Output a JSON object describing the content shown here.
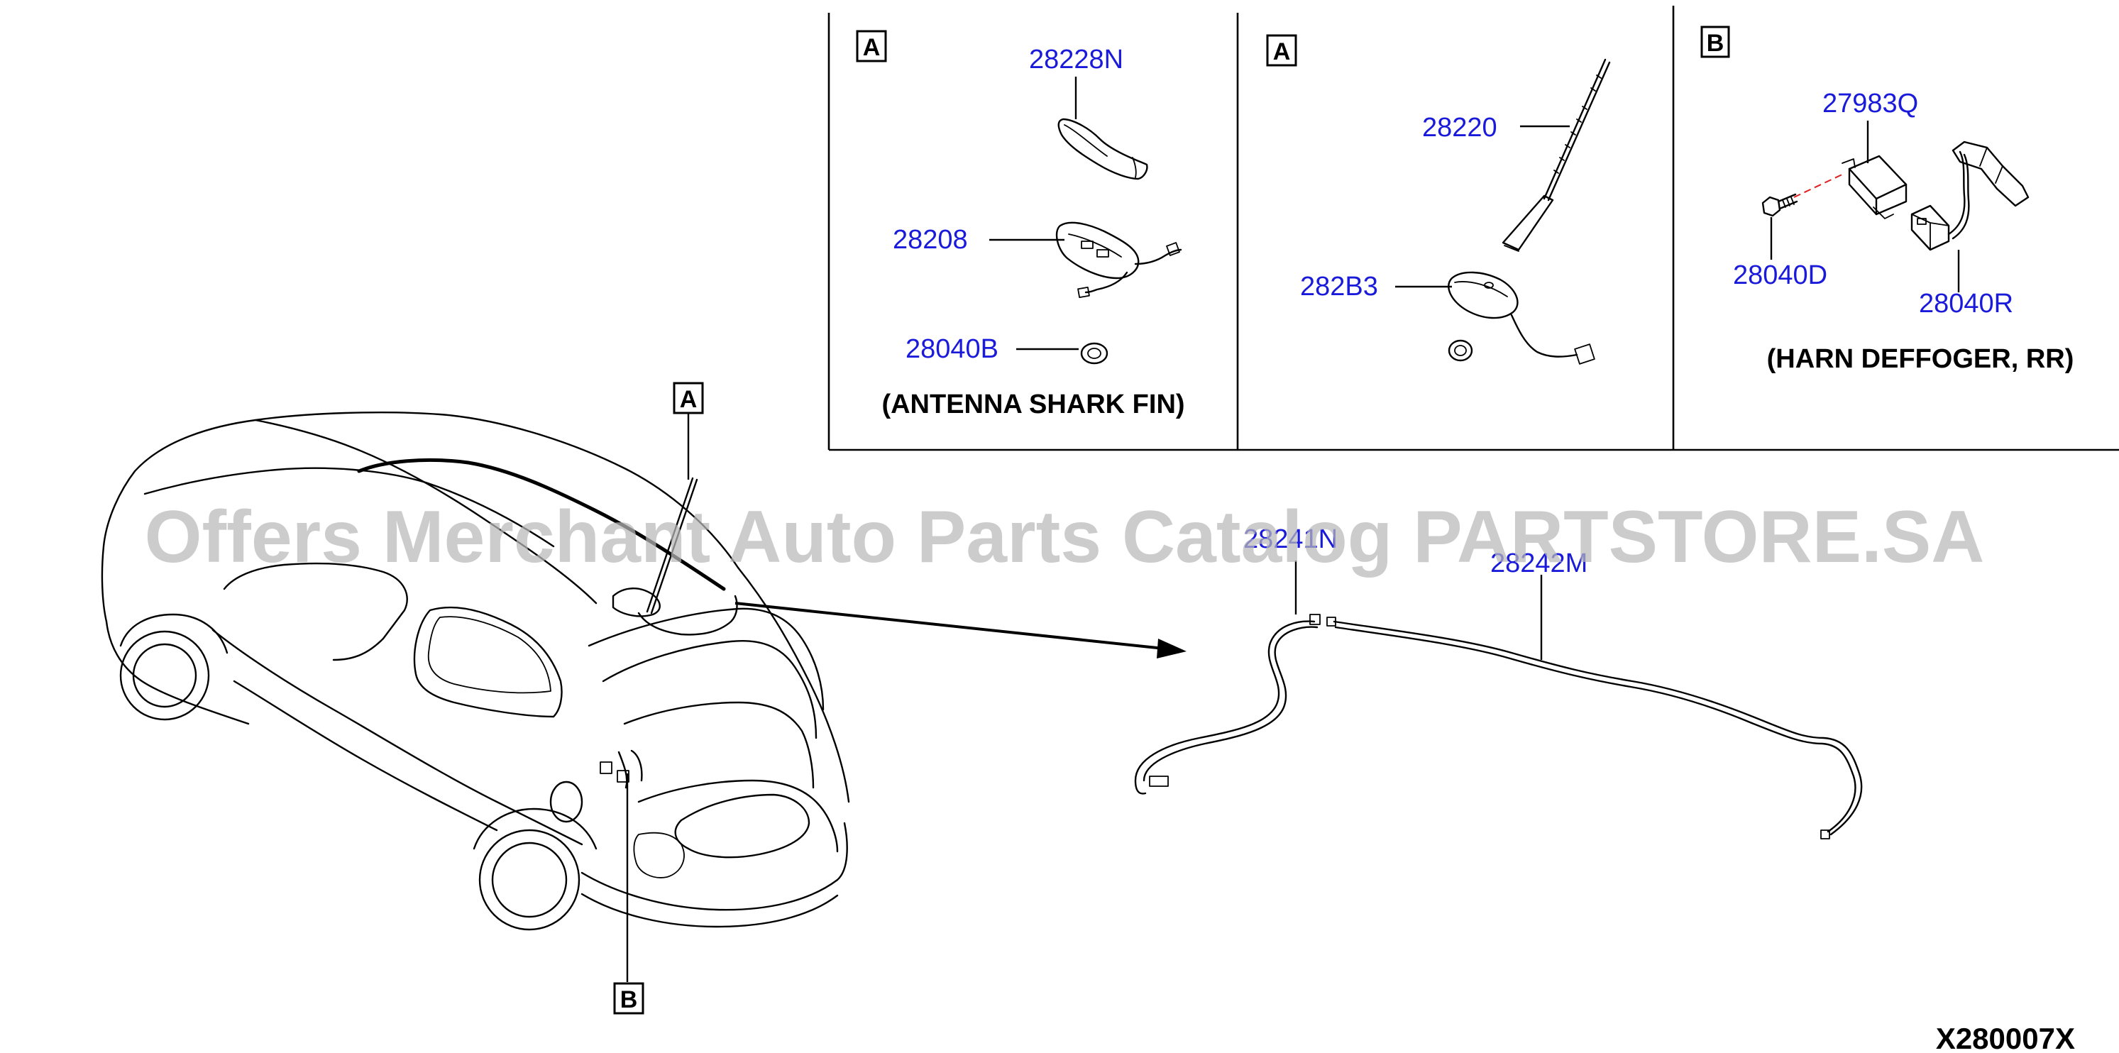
{
  "panels": [
    {
      "id": "A1",
      "marker": "A",
      "caption": "(ANTENNA SHARK FIN)",
      "parts": [
        "28228N",
        "28208",
        "28040B"
      ]
    },
    {
      "id": "A2",
      "marker": "A",
      "caption": "",
      "parts": [
        "28220",
        "282B3"
      ]
    },
    {
      "id": "B1",
      "marker": "B",
      "caption": "(HARN DEFFOGER, RR)",
      "parts": [
        "27983Q",
        "28040D",
        "28040R"
      ]
    }
  ],
  "main": {
    "callout_a": "A",
    "callout_b": "B",
    "harness_labels": [
      "28241N",
      "28242M"
    ]
  },
  "watermark": "Offers Merchant Auto Parts Catalog PARTSTORE.SA",
  "diagram_code": "X280007X",
  "colors": {
    "part_number": "#1a1adb",
    "line": "#000000",
    "watermark": "#b9b9b9"
  }
}
